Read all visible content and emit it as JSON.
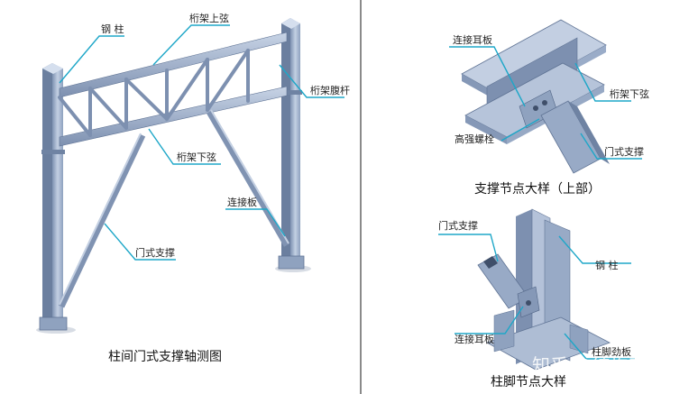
{
  "colors": {
    "steel_light": "#b9c7dc",
    "steel_mid": "#8fa2bf",
    "steel_dark": "#5f7394",
    "leader": "#1ea7c8",
    "divider": "#8a8a8a"
  },
  "left_panel": {
    "labels": {
      "column": "钢 柱",
      "truss_top_chord": "桁架上弦",
      "truss_web": "桁架腹杆",
      "truss_bottom_chord": "桁架下弦",
      "connection_plate": "连接板",
      "portal_brace": "门式支撑"
    },
    "caption": "柱间门式支撑轴测图"
  },
  "right_top_panel": {
    "labels": {
      "connection_lug": "连接耳板",
      "hs_bolt": "高强螺栓",
      "truss_bottom_chord": "桁架下弦",
      "portal_brace": "门式支撑"
    },
    "caption": "支撑节点大样（上部）"
  },
  "right_bottom_panel": {
    "labels": {
      "portal_brace": "门式支撑",
      "column": "钢 柱",
      "connection_lug": "连接耳板",
      "base_stiffener": "柱脚劲板"
    },
    "caption": "柱脚节点大样"
  },
  "watermark": "知乎 @结构工程"
}
